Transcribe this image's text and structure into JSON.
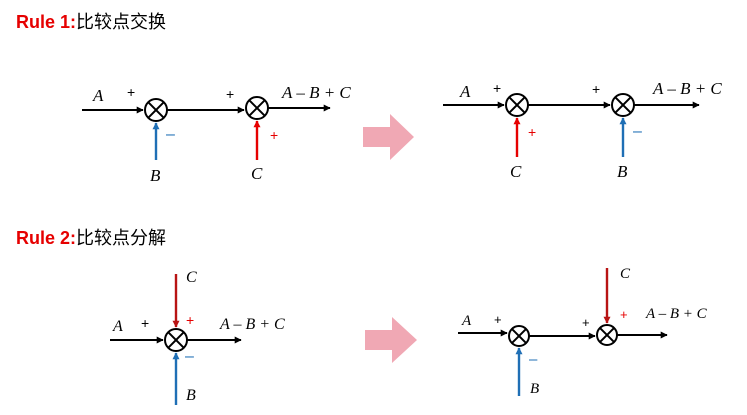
{
  "rules": [
    {
      "label": "Rule 1:",
      "title": "比较点交换"
    },
    {
      "label": "Rule 2:",
      "title": "比较点分解"
    }
  ],
  "signals": {
    "a": "A",
    "b": "B",
    "c": "C",
    "output": "A – B + C"
  },
  "signs": {
    "plus": "+",
    "minus": "–"
  },
  "colors": {
    "heading_accent": "#e60000",
    "signal_line": "#000000",
    "b_input": "#1f6fb5",
    "c_input_rule1": "#e60000",
    "c_input_rule2": "#b81414",
    "minus_sign": "#1f6fb5",
    "plus_sign": "#e60000",
    "transform_arrow": "#f0a8b4"
  }
}
